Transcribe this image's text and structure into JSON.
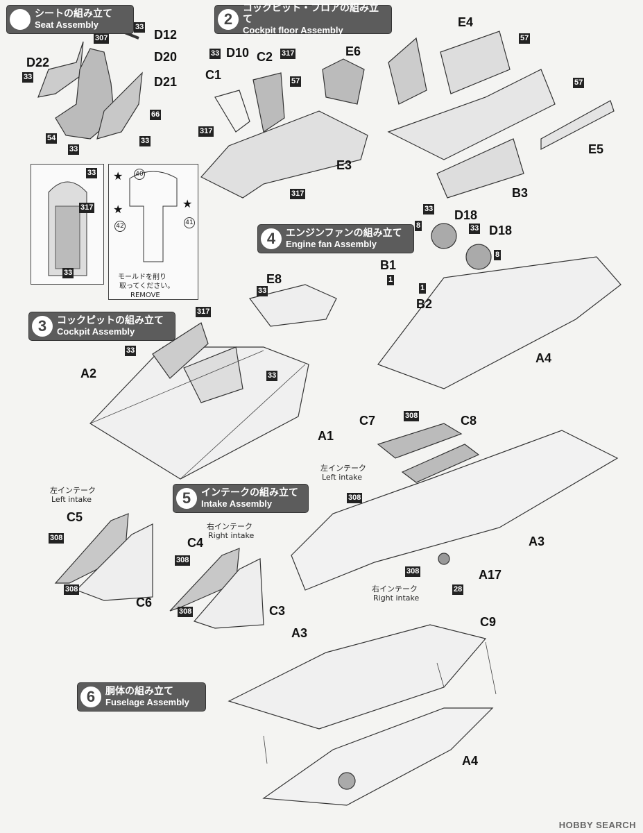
{
  "logo": "",
  "steps": [
    {
      "num": "",
      "jp": "シートの組み立て",
      "en": "Seat Assembly"
    },
    {
      "num": "2",
      "jp": "コックピット・フロアの組み立て",
      "en": "Cockpit floor Assembly"
    },
    {
      "num": "3",
      "jp": "コックピットの組み立て",
      "en": "Cockpit Assembly"
    },
    {
      "num": "4",
      "jp": "エンジンファンの組み立て",
      "en": "Engine fan Assembly"
    },
    {
      "num": "5",
      "jp": "インテークの組み立て",
      "en": "Intake Assembly"
    },
    {
      "num": "6",
      "jp": "胴体の組み立て",
      "en": "Fuselage Assembly"
    }
  ],
  "parts": {
    "d12": "D12",
    "d20": "D20",
    "d21": "D21",
    "d22": "D22",
    "c1": "C1",
    "c2": "C2",
    "d10": "D10",
    "e3": "E3",
    "e6": "E6",
    "e4": "E4",
    "e5": "E5",
    "b3": "B3",
    "e8": "E8",
    "a1": "A1",
    "a2": "A2",
    "b1": "B1",
    "b2": "B2",
    "d18a": "D18",
    "d18b": "D18",
    "a4": "A4",
    "c7": "C7",
    "c8": "C8",
    "a3": "A3",
    "a17": "A17",
    "c5": "C5",
    "c6": "C6",
    "c4": "C4",
    "c3": "C3",
    "a3b": "A3",
    "c9": "C9",
    "a4b": "A4"
  },
  "colors": {
    "c33": "33",
    "c307": "307",
    "c54": "54",
    "c66": "66",
    "c317": "317",
    "c57": "57",
    "c8": "8",
    "c1": "1",
    "c308": "308",
    "c28": "28"
  },
  "intake": {
    "left_jp": "左インテーク",
    "left_en": "Left intake",
    "right_jp": "右インテーク",
    "right_en": "Right intake"
  },
  "decal": {
    "n40": "40",
    "n41": "41",
    "n42": "42",
    "remove_jp1": "モールドを削り",
    "remove_jp2": "取ってください。",
    "remove_en": "REMOVE"
  },
  "watermark": "HOBBY SEARCH"
}
